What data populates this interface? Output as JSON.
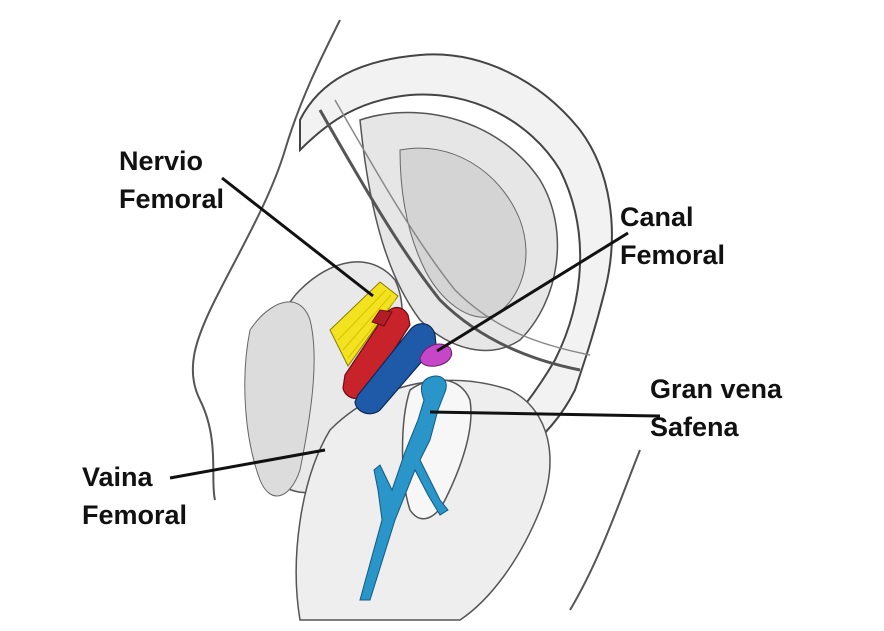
{
  "labels": {
    "femoral_nerve": {
      "line1": "Nervio",
      "line2": "Femoral"
    },
    "femoral_canal": {
      "line1": "Canal",
      "line2": "Femoral"
    },
    "great_saphenous_vein": {
      "line1": "Gran vena",
      "line2": "Safena"
    },
    "femoral_sheath": {
      "line1": "Vaina",
      "line2": "Femoral"
    }
  },
  "colors": {
    "nerve": "#f2e21f",
    "artery": "#c8222a",
    "vein": "#1f5aa8",
    "canal": "#c646c8",
    "saphenous": "#2a95c9",
    "leader": "#111111",
    "ink": "#333333"
  }
}
